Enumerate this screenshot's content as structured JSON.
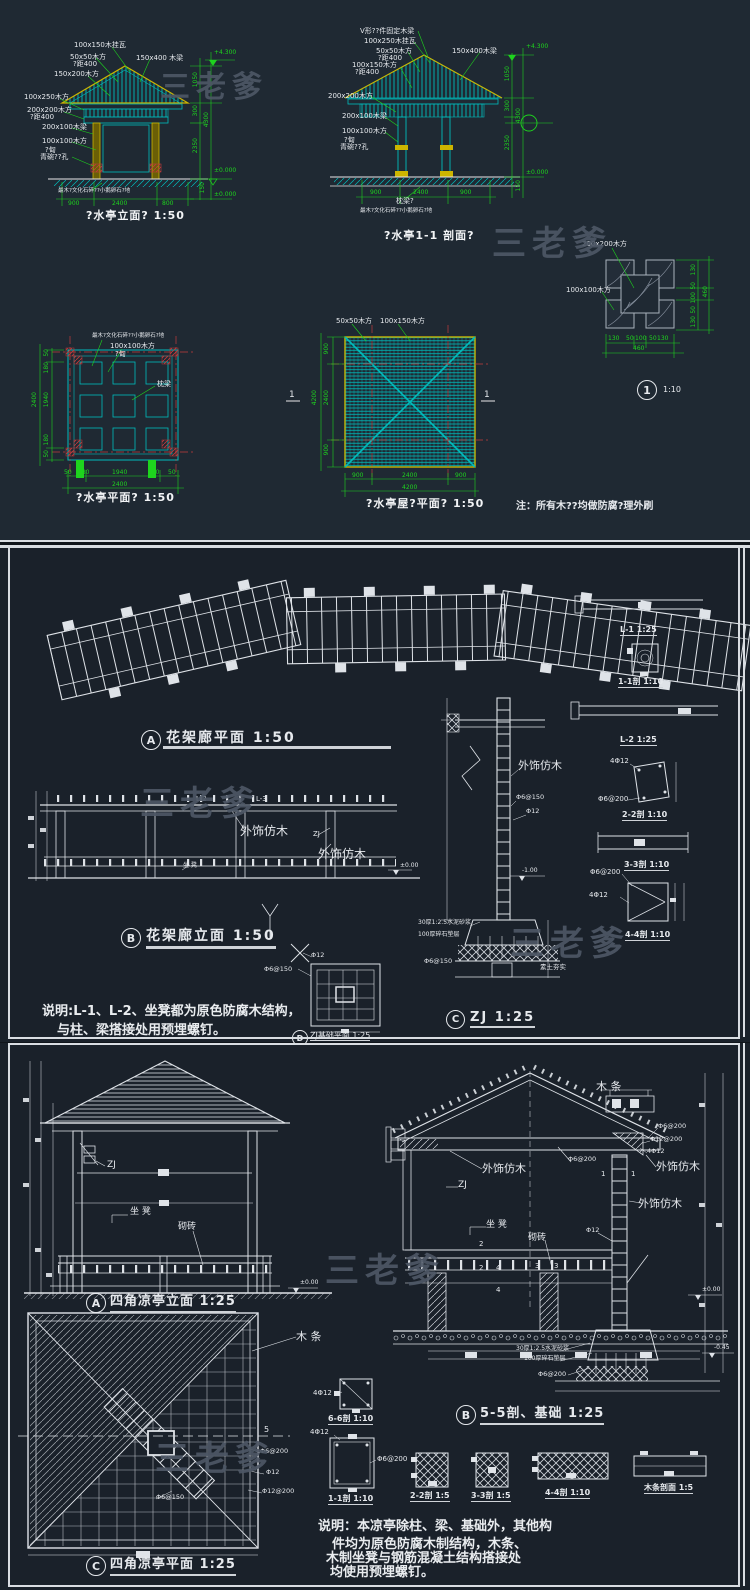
{
  "watermark": {
    "text": "三老爹",
    "color": "#4d5765"
  },
  "colors": {
    "panel1_bg": "#1f2933",
    "panel_bg": "#1a212a",
    "dim_green": "#1ed41e",
    "hatch_cyan": "#00bcbc",
    "wood_yellow": "#cdb500",
    "axis_red": "#c23b3b",
    "line_white": "#dfe3e8"
  },
  "p1": {
    "elev": {
      "title": "?水亭立面? 1:50",
      "l1": "100x150木挂瓦",
      "l2": "50x50木方",
      "l3": "?距400",
      "l4": "150x200木方",
      "l5": "150x400 木梁",
      "l6": "100x250木方",
      "l7": "200x200木方",
      "l8": "?距400",
      "l9": "200x100木梁",
      "l10": "100x100木方",
      "l11": "?甸",
      "l12": "青碗??孔",
      "l13": "最木?文化石碎??小鹅卵石?地",
      "b1": "900",
      "b2": "2400",
      "b3": "800",
      "r1": "+4.300",
      "r2": "1050",
      "r3": "300",
      "r4": "4300",
      "r5": "2350",
      "r6": "±0.000",
      "r7": "150",
      "r8": "±0.000"
    },
    "sect": {
      "title": "?水亭1-1  剖面?",
      "l1": "V形??件固定木梁",
      "l2": "100x250木挂瓦",
      "l3": "50x50木方",
      "l4": "?距400",
      "l5": "100x150木方",
      "l6": "?距400",
      "l7": "150x400木梁",
      "l8": "200x200木方",
      "l9": "200x100木梁",
      "l10": "100x100木方",
      "l11": "?甸",
      "l12": "青碗??孔",
      "l13": "枕梁?",
      "l14": "最木?文化石碎??小鹅卵石?地",
      "b1": "900",
      "b2": "2400",
      "b3": "900",
      "r1": "+4.300",
      "r2": "1050",
      "r3": "300",
      "r4": "4300",
      "r5": "2350",
      "r6": "±0.000",
      "r7": "150"
    },
    "plan": {
      "title": "?水亭平面? 1:50",
      "l1": "最木?文化石碎??小鹅卵石?地",
      "l2": "100x100木方",
      "l3": "?甸",
      "l4": "枕梁",
      "lv1": "50",
      "lv2": "180",
      "lv3": "1940",
      "lv4": "180",
      "lv5": "50",
      "lv6": "2400",
      "b1": "50",
      "b2": "180",
      "b3": "1940",
      "b4": "180",
      "b5": "50",
      "b6": "2400"
    },
    "roof": {
      "title": "?水亭屋?平面? 1:50",
      "l1": "50x50木方",
      "l2": "100x150木方",
      "m": "1",
      "lv1": "900",
      "lv2": "2400",
      "lv3": "900",
      "lv4": "4200",
      "b1": "900",
      "b2": "2400",
      "b3": "900",
      "b4": "4200"
    },
    "det": {
      "num": "1",
      "scale": "1:10",
      "l1": "200x200木方",
      "l2": "100x100木方",
      "v1": "130",
      "v2": "50",
      "v3": "100",
      "v4": "50",
      "v5": "130",
      "v6": "460",
      "h1": "130",
      "h2": "50",
      "h3": "100",
      "h4": "50",
      "h5": "130",
      "h6": "460"
    },
    "note": "注：所有木??均做防腐?理外刷"
  },
  "p2": {
    "a": {
      "mark": "A",
      "title": "花架廊平面 1:50"
    },
    "b": {
      "mark": "B",
      "title": "花架廊立面 1:50",
      "l2": "L-2",
      "l3": "L-3",
      "w1": "外饰仿木",
      "w2": "外饰仿木",
      "zj": "ZJ",
      "zuo": "坐 凳",
      "lvl": "±0.00"
    },
    "c": {
      "mark": "C",
      "title": "ZJ 1:25",
      "w": "外饰仿木",
      "g150": "Φ6@150",
      "g12": "Φ12",
      "lvl": "-1.00",
      "m1": "30厚1:2.5水泥砂浆",
      "m2": "100厚碎石垫层",
      "g150b": "Φ6@150",
      "st": "素土夯实"
    },
    "d": {
      "mark": "D",
      "title": "ZJ基础平面 1:25",
      "g12": "Φ12",
      "g150": "Φ6@150"
    },
    "det": {
      "L1": "L-1 1:25",
      "s11": "1-1剖 1:10",
      "L2": "L-2 1:25",
      "r1": "4Φ12",
      "r2": "Φ6@200",
      "s22": "2-2剖 1:10",
      "s33": "3-3剖 1:10",
      "r3": "Φ6@200",
      "r4": "4Φ12",
      "s44": "4-4剖 1:10"
    },
    "note1": "说明:L-1、L-2、坐凳都为原色防腐木结构，",
    "note2": "与柱、梁搭接处用预埋螺钉。"
  },
  "p3": {
    "a": {
      "mark": "A",
      "title": "四角凉亭立面 1:25",
      "zj": "ZJ",
      "zuo": "坐 凳",
      "qi": "砌砖",
      "lvl": "±0.00"
    },
    "b": {
      "mark": "B",
      "title": "5-5剖、基础 1:25",
      "mu": "木 条",
      "r1": "Φ6@200",
      "r2": "Φ12@200",
      "r3": "4Φ12",
      "w1": "外饰仿木",
      "w2": "外饰仿木",
      "w3": "外饰仿木",
      "g200": "Φ6@200",
      "zj": "ZJ",
      "zuo": "坐 凳",
      "qi": "砌砖",
      "g12": "Φ12",
      "m1": "30厚1:2.5水泥砂浆",
      "m2": "100厚碎石垫层",
      "m3": "Φ6@200",
      "lvl1": "±0.00",
      "lvl2": "-0.45",
      "n1": "1",
      "n2": "1",
      "n3": "2",
      "n4": "2",
      "n5": "4",
      "n6": "4",
      "n7": "3",
      "n8": "3"
    },
    "c": {
      "mark": "C",
      "title": "四角凉亭平面 1:25",
      "mu": "木 条",
      "s5": "5",
      "g200": "Φ6@200",
      "g12": "Φ12",
      "g12200": "Φ12@200",
      "g150": "Φ6@150"
    },
    "det": {
      "s66": "6-6剖 1:10",
      "r66": "4Φ12",
      "s11": "1-1剖 1:10",
      "r11a": "4Φ12",
      "r11b": "Φ6@200",
      "s22": "2-2剖 1:5",
      "s33": "3-3剖 1:5",
      "s44": "4-4剖 1:10",
      "mu": "木条剖面 1:5"
    },
    "note1": "说明：本凉亭除柱、梁、基础外，其他构",
    "note2": "件均为原色防腐木制结构，木条、",
    "note3": "木制坐凳与钢筋混凝土结构搭接处",
    "note4": "均使用预埋螺钉。"
  }
}
